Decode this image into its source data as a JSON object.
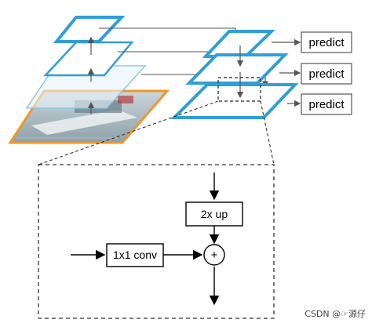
{
  "outputs": [
    {
      "label": "predict"
    },
    {
      "label": "predict"
    },
    {
      "label": "predict"
    }
  ],
  "detail": {
    "upsample_label": "2x up",
    "conv_label": "1x1 conv",
    "sum_symbol": "+"
  },
  "watermark": "CSDN @☞源仔",
  "colors": {
    "pyramid_blue": "#2e9fd8",
    "input_orange": "#f0962a",
    "arrow_gray": "#555555",
    "line_black": "#000000"
  },
  "icons": {
    "input_image": "boat-photo-thumbnail"
  }
}
